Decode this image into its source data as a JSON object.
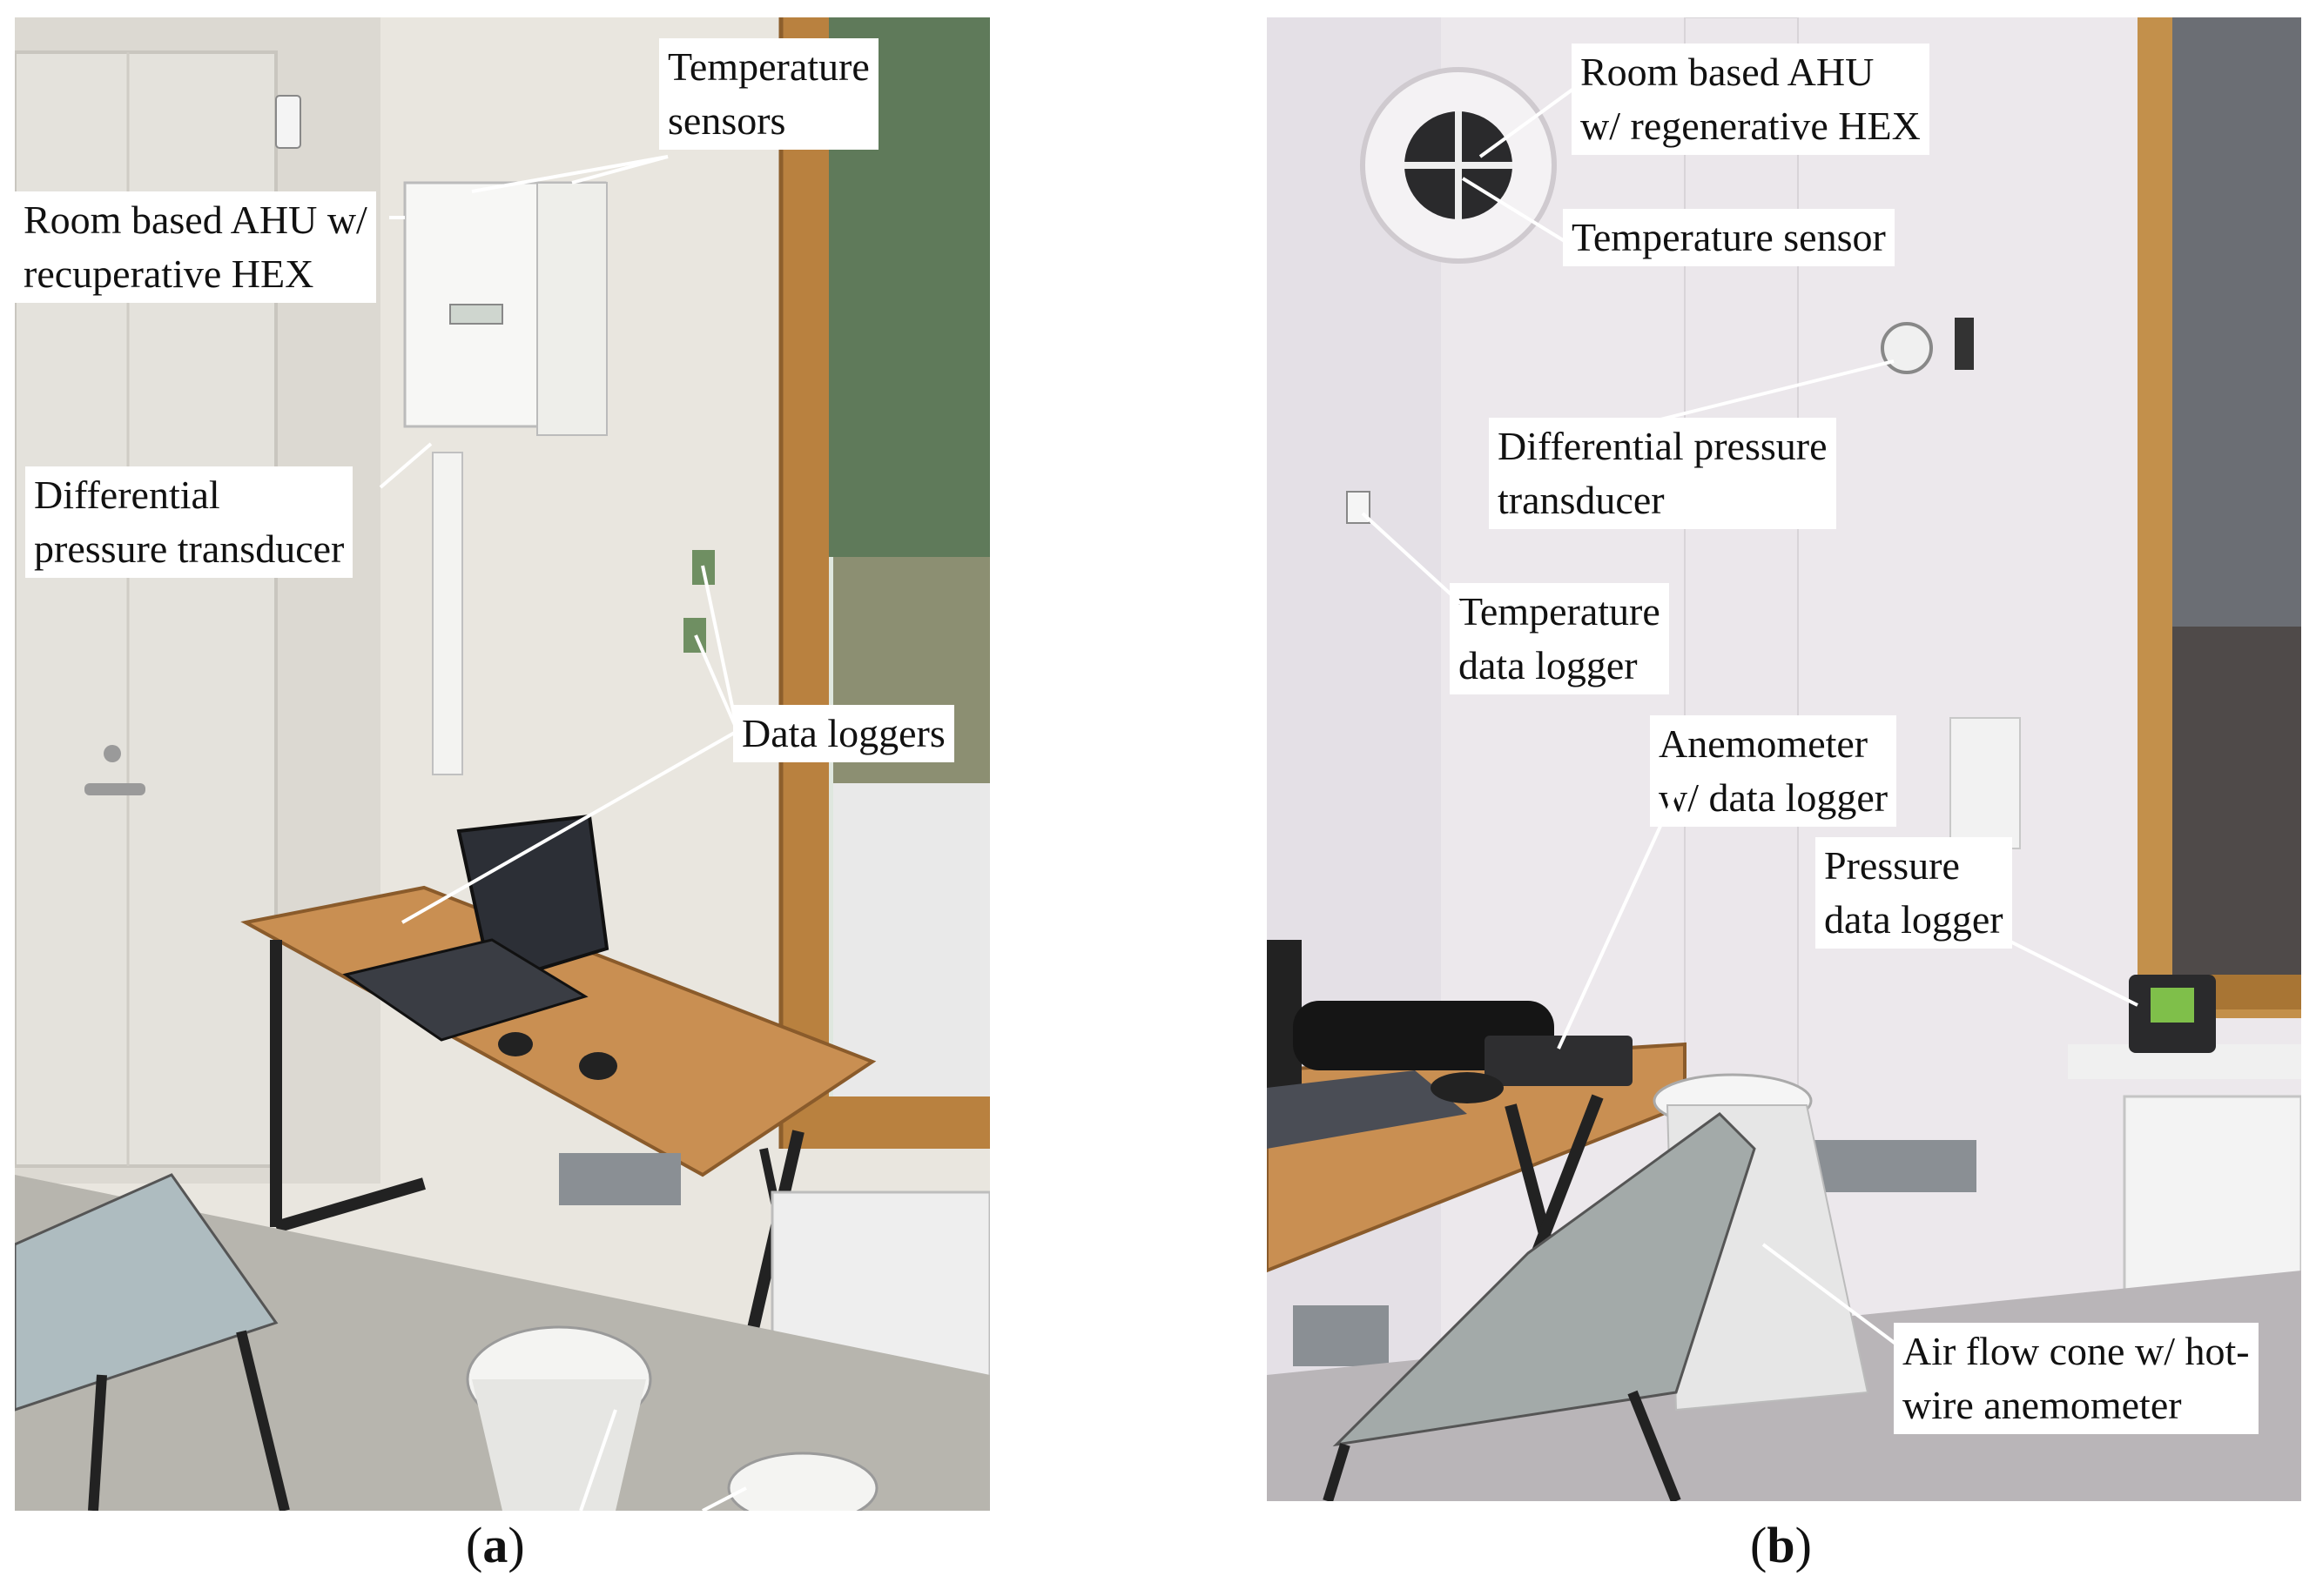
{
  "panels": [
    {
      "caption_letter": "a",
      "labels": {
        "temp_sensors": "Temperature\nsensors",
        "ahu": "Room based AHU w/\nrecuperative HEX",
        "diff_pressure": "Differential\npressure transducer",
        "data_loggers": "Data loggers"
      }
    },
    {
      "caption_letter": "b",
      "labels": {
        "ahu": "Room based AHU\nw/ regenerative HEX",
        "temp_sensor": "Temperature sensor",
        "diff_pressure": "Differential pressure\ntransducer",
        "temp_logger": "Temperature\ndata logger",
        "anemometer": "Anemometer\nw/ data logger",
        "pressure_logger": "Pressure\ndata logger",
        "air_flow_cone": "Air flow cone w/ hot-\nwire anemometer"
      }
    }
  ]
}
